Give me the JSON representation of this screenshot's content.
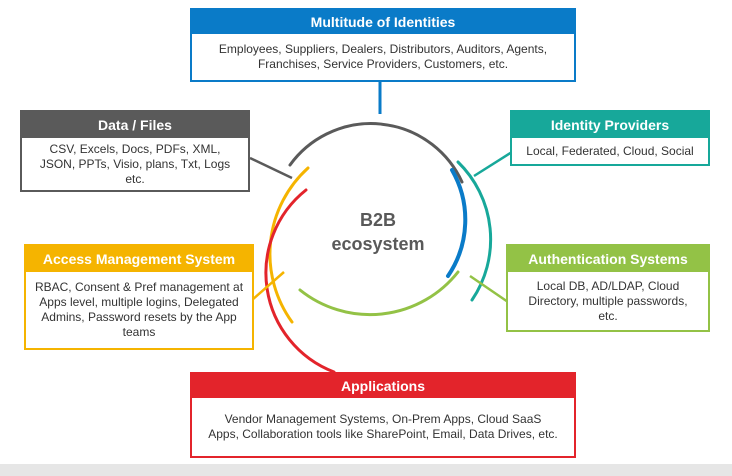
{
  "colors": {
    "identities": "#0a7bc8",
    "data_files": "#5a5a5a",
    "identity_providers": "#17a89a",
    "access_management": "#f5b400",
    "authentication": "#93c246",
    "applications": "#e3242b"
  },
  "center": {
    "line1": "B2B",
    "line2": "ecosystem"
  },
  "cards": {
    "identities": {
      "title": "Multitude of Identities",
      "text": "Employees, Suppliers, Dealers, Distributors, Auditors, Agents, Franchises, Service Providers, Customers,  etc."
    },
    "data_files": {
      "title": "Data / Files",
      "text": "CSV, Excels, Docs, PDFs, XML, JSON, PPTs, Visio, plans, Txt, Logs etc."
    },
    "identity_providers": {
      "title": "Identity Providers",
      "text": "Local, Federated, Cloud, Social"
    },
    "access_management": {
      "title": "Access Management System",
      "text": "RBAC, Consent & Pref management at Apps level, multiple logins, Delegated Admins, Password resets by the App teams"
    },
    "authentication": {
      "title": "Authentication Systems",
      "text": "Local DB, AD/LDAP, Cloud Directory, multiple passwords, etc."
    },
    "applications": {
      "title": "Applications",
      "text": "Vendor Management Systems, On-Prem Apps, Cloud SaaS Apps, Collaboration tools like SharePoint, Email, Data Drives, etc."
    }
  }
}
